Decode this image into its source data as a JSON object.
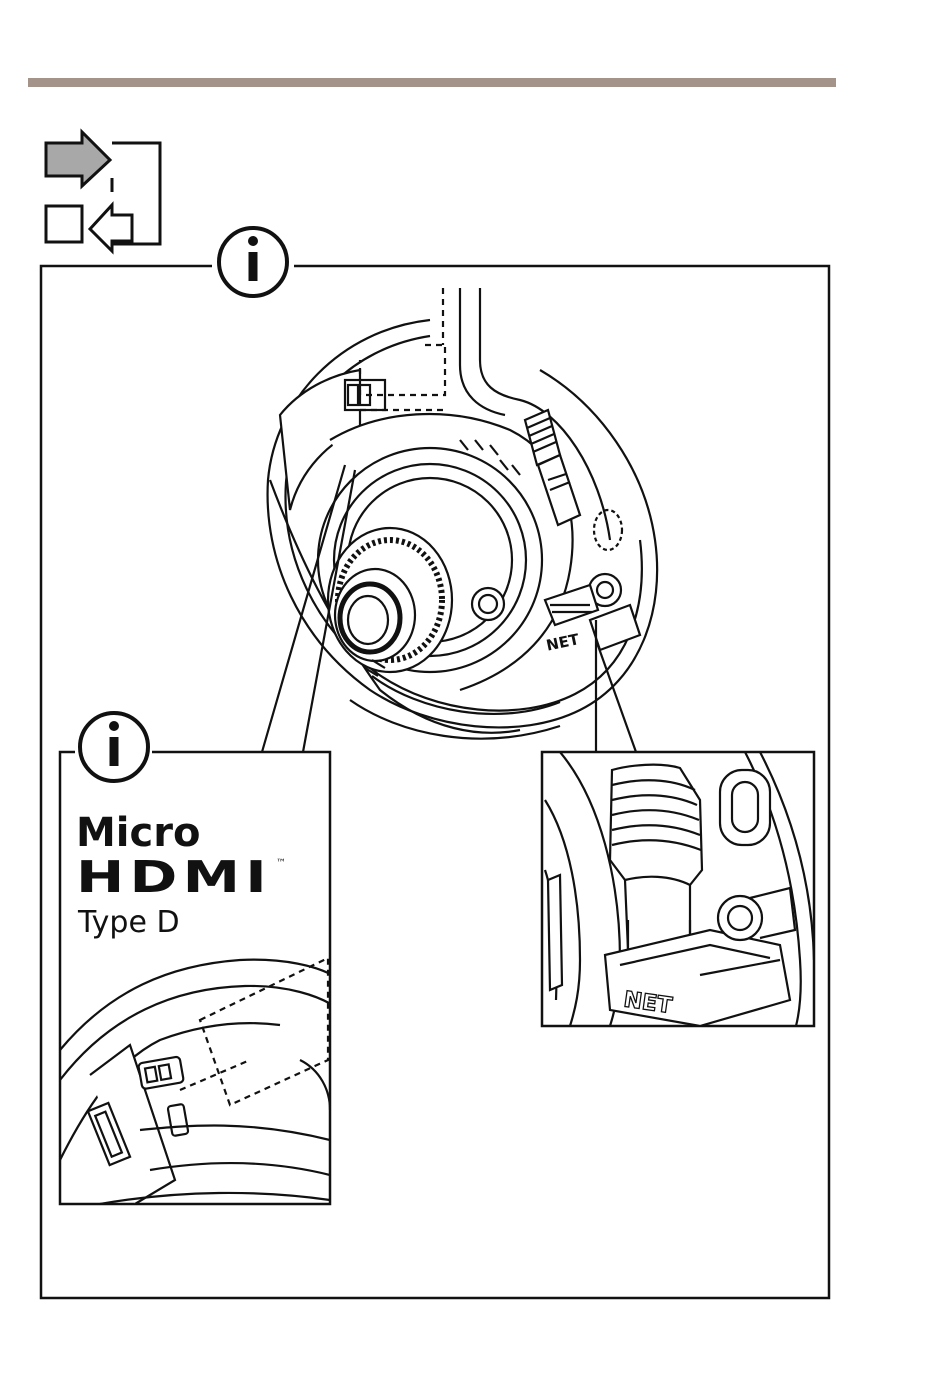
{
  "page": {
    "accent_rule_color": "#a39389",
    "line_color": "#111111"
  },
  "header_icon": {
    "name": "connect-cables-icon"
  },
  "main_panel": {
    "info_icon": "info-icon",
    "camera": {
      "port_label": "NET"
    }
  },
  "hdmi_callout": {
    "info_icon": "info-icon",
    "logo_line1": "Micro",
    "logo_line2": "HDMI",
    "trademark": "™",
    "logo_line3": "Type D"
  },
  "net_callout": {
    "port_label": "NET"
  }
}
